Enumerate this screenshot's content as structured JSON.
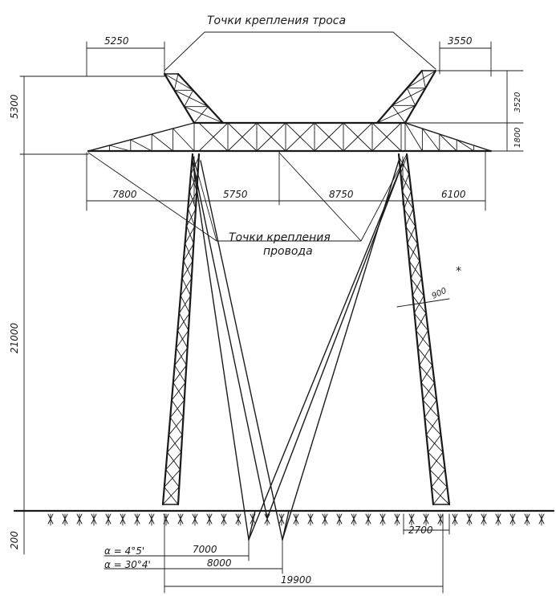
{
  "labels": {
    "cable_points": "Точки крепления троса",
    "wire_points_line1": "Точки крепления",
    "wire_points_line2": "провода",
    "asterisk": "*"
  },
  "dimensions": {
    "top_left_offset": "5250",
    "top_right_offset": "3550",
    "cross_arm_height": "5300",
    "right_upper_height": "3520",
    "right_lower_height": "1800",
    "span_left": "7800",
    "span_mid_left": "5750",
    "span_mid_right": "8750",
    "span_right": "6100",
    "tower_height": "21000",
    "leg_width": "900",
    "foundation_depth": "200",
    "base_width": "2700",
    "guy_offset_1": "7000",
    "guy_offset_2": "8000",
    "base_span": "19900"
  },
  "angles": {
    "alpha_1": "α = 4°5'",
    "alpha_2": "α = 30°4'"
  }
}
